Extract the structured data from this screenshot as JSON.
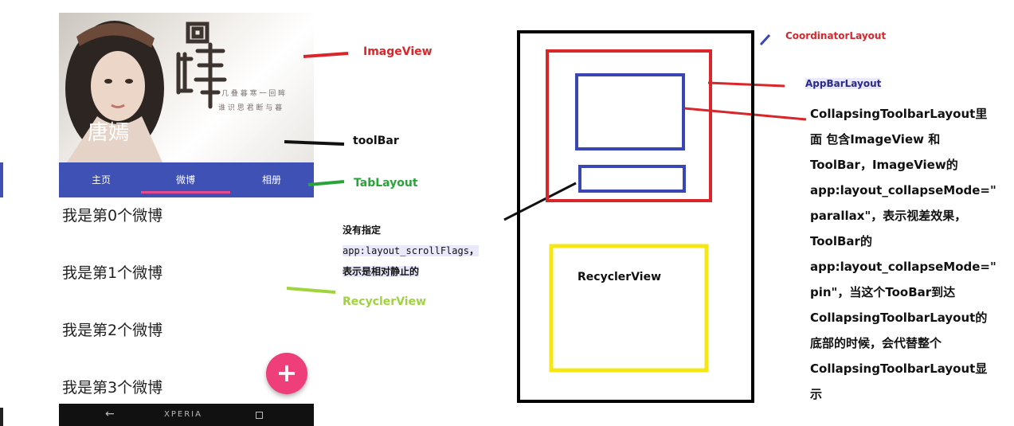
{
  "phone": {
    "header_name": "唐嫣",
    "header_title": "回眸",
    "tabs": [
      "主页",
      "微博",
      "相册"
    ],
    "list_items": [
      "我是第0个微博",
      "我是第1个微博",
      "我是第2个微博",
      "我是第3个微博"
    ],
    "fab_label": "+",
    "nav": {
      "back": "←",
      "brand": "XPERIA"
    }
  },
  "labels": {
    "imageview": "ImageView",
    "toolbar": "toolBar",
    "tablayout": "TabLayout",
    "recyclerview": "RecyclerView",
    "coordinator": "CoordinatorLayout",
    "appbar": "AppBarLayout",
    "diagram_recycler": "RecyclerView"
  },
  "note": {
    "line1": "没有指定",
    "line2_code": "app:layout_scrollFlags",
    "line2_suffix": "，",
    "line3": "表示是相对静止的"
  },
  "description": [
    "CollapsingToolbarLayout里",
    "面 包含ImageView 和",
    "ToolBar，ImageView的",
    "app:layout_collapseMode=\"",
    "parallax\"，表示视差效果，",
    "ToolBar的",
    "app:layout_collapseMode=\"",
    "pin\"，当这个TooBar到达",
    "CollapsingToolbarLayout的",
    "底部的时候，会代替整个",
    "CollapsingToolbarLayout显",
    "示"
  ],
  "colors": {
    "red": "#d9262b",
    "blue": "#3b46b5",
    "yellow": "#f5e614",
    "green": "#2aa43a",
    "lime": "#9fd43c",
    "tab_blue": "#3f51b5",
    "fab_pink": "#ee3f7a"
  }
}
